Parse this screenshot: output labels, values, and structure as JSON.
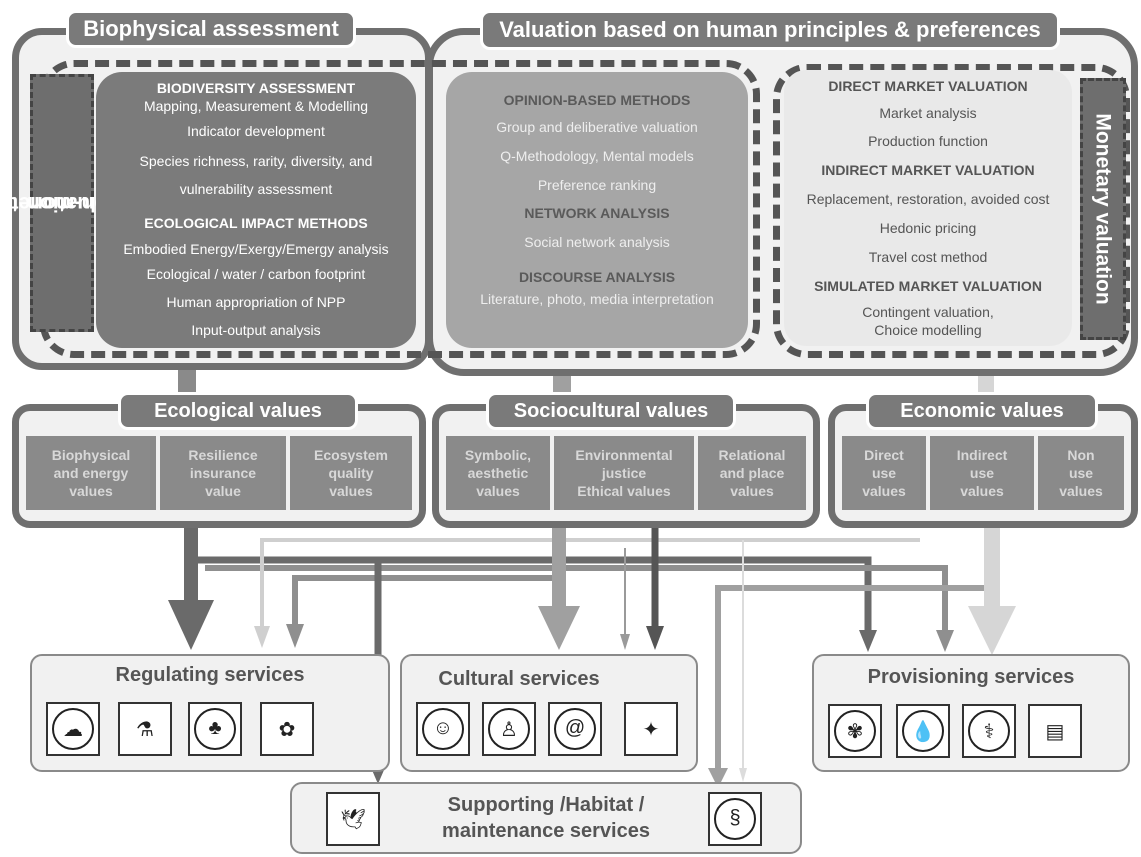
{
  "colors": {
    "frame": "#6f6f6f",
    "panel_dark": "#7b7b7b",
    "panel_mid": "#a6a6a6",
    "panel_light": "#e9e9e9",
    "cell": "#8a8a8a",
    "arrow_dark": "#6a6a6a",
    "arrow_mid": "#a0a0a0",
    "arrow_light": "#cfcfcf"
  },
  "top": {
    "biophysical_title": "Biophysical assessment",
    "valuation_title": "Valuation based on human principles & preferences",
    "nonmonetary_label": "Non-monetary valuation",
    "nonmonetary_l1": "Non-monetary",
    "nonmonetary_l2": "valuation",
    "monetary_label": "Monetary valuation"
  },
  "bio_panel": {
    "h1": "BIODIVERSITY ASSESSMENT",
    "items1": [
      "Mapping, Measurement & Modelling",
      "Indicator development",
      "Species richness, rarity, diversity, and",
      "vulnerability assessment"
    ],
    "h2": "ECOLOGICAL IMPACT METHODS",
    "items2": [
      "Embodied Energy/Exergy/Emergy analysis",
      "Ecological / water / carbon footprint",
      "Human appropriation of NPP",
      "Input-output analysis"
    ]
  },
  "opinion_panel": {
    "h1": "OPINION-BASED METHODS",
    "items1": [
      "Group and deliberative valuation",
      "Q-Methodology, Mental models",
      "Preference ranking"
    ],
    "h2": "NETWORK ANALYSIS",
    "items2": [
      "Social network analysis"
    ],
    "h3": "DISCOURSE ANALYSIS",
    "items3": [
      "Literature, photo, media interpretation"
    ]
  },
  "market_panel": {
    "h1": "DIRECT MARKET VALUATION",
    "items1": [
      "Market analysis",
      "Production function"
    ],
    "h2": "INDIRECT MARKET VALUATION",
    "items2": [
      "Replacement, restoration, avoided cost",
      "Hedonic pricing",
      "Travel cost method"
    ],
    "h3": "SIMULATED MARKET VALUATION",
    "items3": [
      "Contingent valuation,",
      "Choice  modelling"
    ]
  },
  "values": {
    "ecological": {
      "title": "Ecological values",
      "cells": [
        [
          "Biophysical",
          "and energy",
          "values"
        ],
        [
          "Resilience",
          "insurance",
          "value"
        ],
        [
          "Ecosystem",
          "quality",
          "values"
        ]
      ]
    },
    "sociocultural": {
      "title": "Sociocultural values",
      "cells": [
        [
          "Symbolic,",
          "aesthetic",
          "values"
        ],
        [
          "Environmental",
          "justice",
          "Ethical values"
        ],
        [
          "Relational",
          "and place",
          "values"
        ]
      ]
    },
    "economic": {
      "title": "Economic values",
      "cells": [
        [
          "Direct",
          "use",
          "values"
        ],
        [
          "Indirect",
          "use",
          "values"
        ],
        [
          "Non",
          "use",
          "values"
        ]
      ]
    }
  },
  "services": {
    "regulating": {
      "title": "Regulating services",
      "icons": [
        "climate-regulation-icon",
        "pollution-control-icon",
        "erosion-prevention-icon",
        "pollination-icon"
      ]
    },
    "cultural": {
      "title": "Cultural services",
      "icons": [
        "recreation-icon",
        "cultural-heritage-icon",
        "spiritual-icon",
        "aesthetic-icon"
      ]
    },
    "provisioning": {
      "title": "Provisioning services",
      "icons": [
        "food-icon",
        "water-icon",
        "medicinal-icon",
        "raw-materials-icon"
      ]
    },
    "supporting": {
      "title_line1": "Supporting /Habitat /",
      "title_line2": "maintenance services",
      "icons": [
        "habitat-bird-icon",
        "genetic-diversity-icon"
      ]
    }
  }
}
